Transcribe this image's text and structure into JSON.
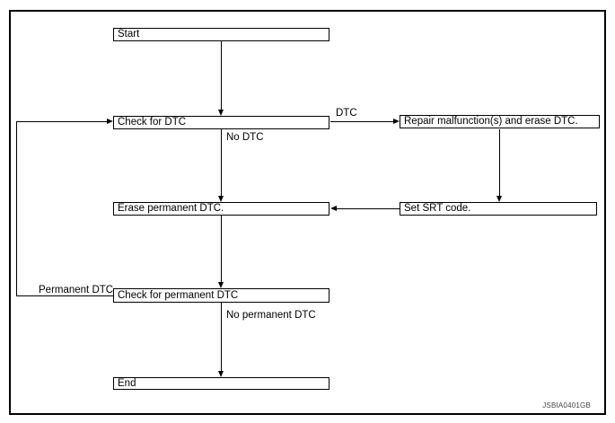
{
  "diagram": {
    "nodes": {
      "start": "Start",
      "check_dtc": "Check for DTC",
      "repair": "Repair malfunction(s) and erase DTC.",
      "erase_permanent": "Erase permanent DTC.",
      "set_srt": "Set SRT code.",
      "check_permanent": "Check for permanent DTC",
      "end": "End"
    },
    "edge_labels": {
      "dtc": "DTC",
      "no_dtc": "No DTC",
      "permanent_dtc": "Permanent DTC",
      "no_permanent_dtc": "No permanent DTC"
    },
    "edges": [
      {
        "from": "start",
        "to": "check_dtc",
        "label": ""
      },
      {
        "from": "check_dtc",
        "to": "repair",
        "label": "DTC"
      },
      {
        "from": "check_dtc",
        "to": "erase_permanent",
        "label": "No DTC"
      },
      {
        "from": "repair",
        "to": "set_srt",
        "label": ""
      },
      {
        "from": "set_srt",
        "to": "erase_permanent",
        "label": ""
      },
      {
        "from": "erase_permanent",
        "to": "check_permanent",
        "label": ""
      },
      {
        "from": "check_permanent",
        "to": "check_dtc",
        "label": "Permanent DTC"
      },
      {
        "from": "check_permanent",
        "to": "end",
        "label": "No permanent DTC"
      }
    ],
    "figure_id": "JSBIA0401GB",
    "colors": {
      "line": "#000000",
      "background": "#ffffff"
    }
  }
}
